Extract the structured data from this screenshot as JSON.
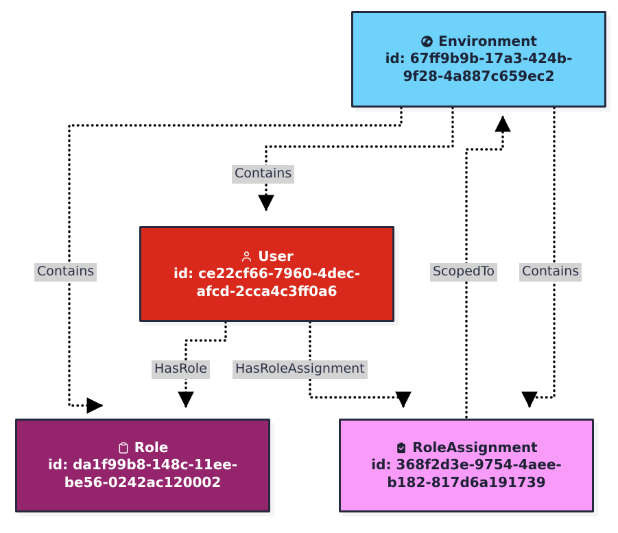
{
  "diagram": {
    "title": "entity relationship graph",
    "background": "#ffffff",
    "edge_color": "#000000",
    "label_background": "#d3d3d3"
  },
  "nodes": [
    {
      "key": "environment",
      "icon": "globe-icon",
      "title": "Environment",
      "id_label": "id: 67ff9b9b-17a3-424b-",
      "id_label2": "9f28-4a887c659ec2",
      "fill": "#6ed2fb",
      "stroke": "#252a3e",
      "text": "#1d2235"
    },
    {
      "key": "user",
      "icon": "person-icon",
      "title": "User",
      "id_label": "id: ce22cf66-7960-4dec-",
      "id_label2": "afcd-2cca4c3ff0a6",
      "fill": "#d9291c",
      "stroke": "#252a3e",
      "text": "#ffffff"
    },
    {
      "key": "role",
      "icon": "clipboard-icon",
      "title": "Role",
      "id_label": "id: da1f99b8-148c-11ee-",
      "id_label2": "be56-0242ac120002",
      "fill": "#94246b",
      "stroke": "#252a3e",
      "text": "#ffffff"
    },
    {
      "key": "roleassignment",
      "icon": "clipboard-check-icon",
      "title": "RoleAssignment",
      "id_label": "id: 368f2d3e-9754-4aee-",
      "id_label2": "b182-817d6a191739",
      "fill": "#f99cf9",
      "stroke": "#252a3e",
      "text": "#1d2235"
    }
  ],
  "edges": [
    {
      "key": "env_contains_role",
      "label": "Contains",
      "from": "environment",
      "to": "role"
    },
    {
      "key": "env_contains_user",
      "label": "Contains",
      "from": "environment",
      "to": "user"
    },
    {
      "key": "ra_scopedto_env",
      "label": "ScopedTo",
      "from": "roleassignment",
      "to": "environment"
    },
    {
      "key": "env_contains_ra",
      "label": "Contains",
      "from": "environment",
      "to": "roleassignment"
    },
    {
      "key": "user_hasrole",
      "label": "HasRole",
      "from": "user",
      "to": "role"
    },
    {
      "key": "user_hasroleassign",
      "label": "HasRoleAssignment",
      "from": "user",
      "to": "roleassignment"
    }
  ]
}
